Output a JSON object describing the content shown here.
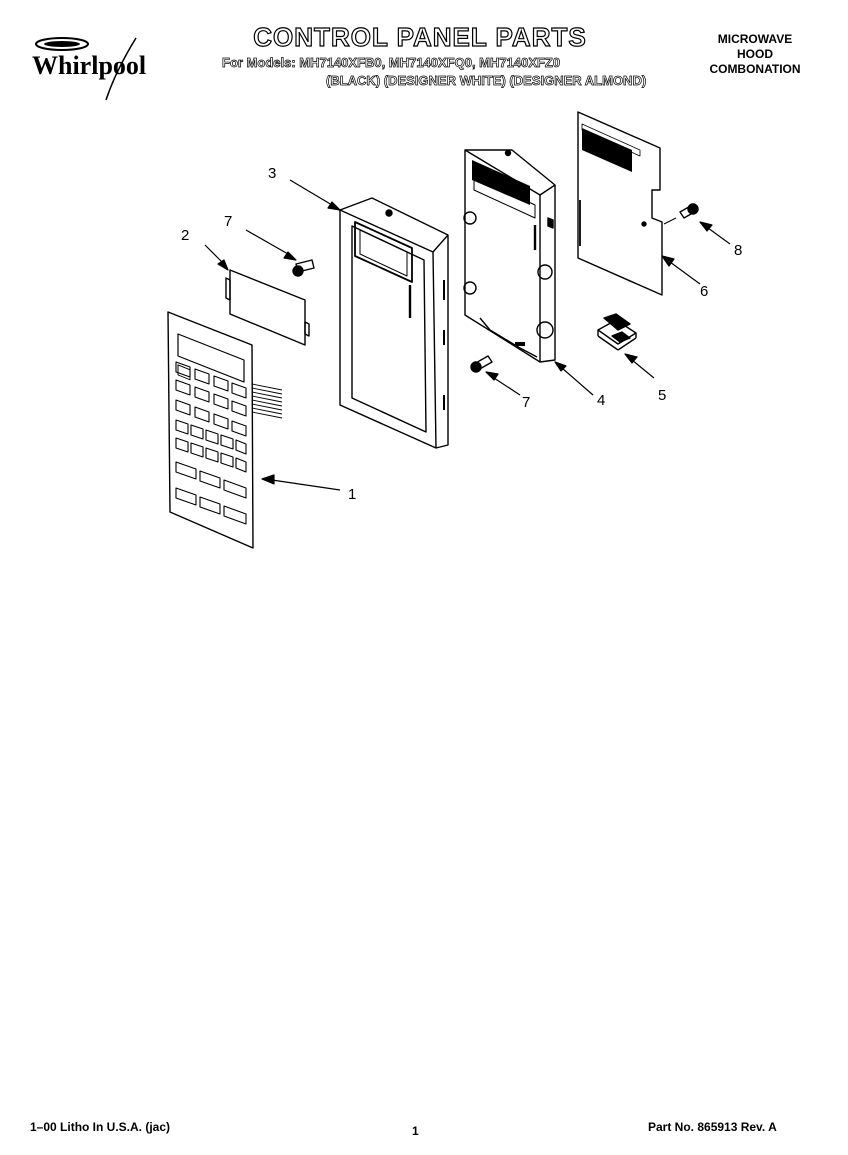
{
  "brand": {
    "name": "Whirlpool"
  },
  "header": {
    "title": "CONTROL PANEL PARTS",
    "models_line": "For Models: MH7140XFB0, MH7140XFQ0, MH7140XFZ0",
    "colors_line": "(BLACK) (DESIGNER WHITE) (DESIGNER ALMOND)",
    "product_line1": "MICROWAVE",
    "product_line2": "HOOD",
    "product_line3": "COMBONATION"
  },
  "callouts": {
    "c1": "1",
    "c2": "2",
    "c3": "3",
    "c4": "4",
    "c5": "5",
    "c6": "6",
    "c7a": "7",
    "c7b": "7",
    "c8": "8"
  },
  "footer": {
    "left": "1–00 Litho In U.S.A. (jac)",
    "page": "1",
    "part": "Part No. 865913 Rev. A"
  }
}
